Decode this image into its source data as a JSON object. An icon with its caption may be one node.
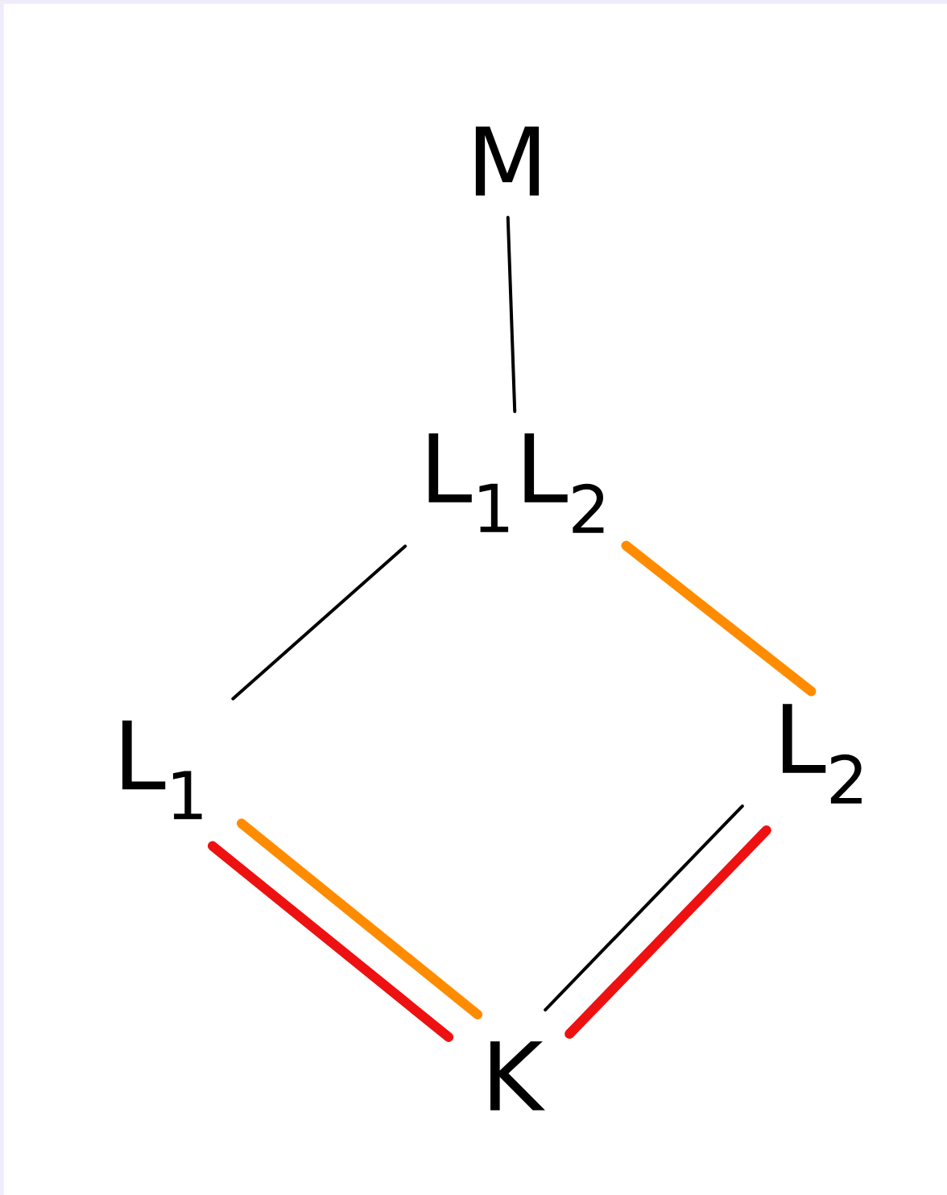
{
  "diagram": {
    "nodes": [
      {
        "text": [
          "M"
        ]
      },
      {
        "text": [
          "L$_{1}$L$_{2}$"
        ]
      },
      {
        "text": [
          "L$_{1}$"
        ]
      },
      {
        "text": [
          "L$_{2}$"
        ]
      },
      {
        "text": [
          "K"
        ]
      }
    ],
    "edges": [
      {
        "from": 0,
        "to": 1,
        "arrow": "none"
      },
      {
        "from": 1,
        "to": 2,
        "arrow": "none"
      },
      {
        "from": 1,
        "to": 3,
        "arrow": "none",
        "color": "#ff8c00"
      },
      {
        "from": 2,
        "to": 4,
        "arrow": "none",
        "color": "#ff8c00"
      },
      {
        "from": 2,
        "to": 4,
        "arrow": "none",
        "color": "#ee1111"
      },
      {
        "from": 3,
        "to": 4,
        "arrow": "none"
      },
      {
        "from": 3,
        "to": 4,
        "arrow": "none",
        "color": "#ee1111"
      }
    ]
  }
}
